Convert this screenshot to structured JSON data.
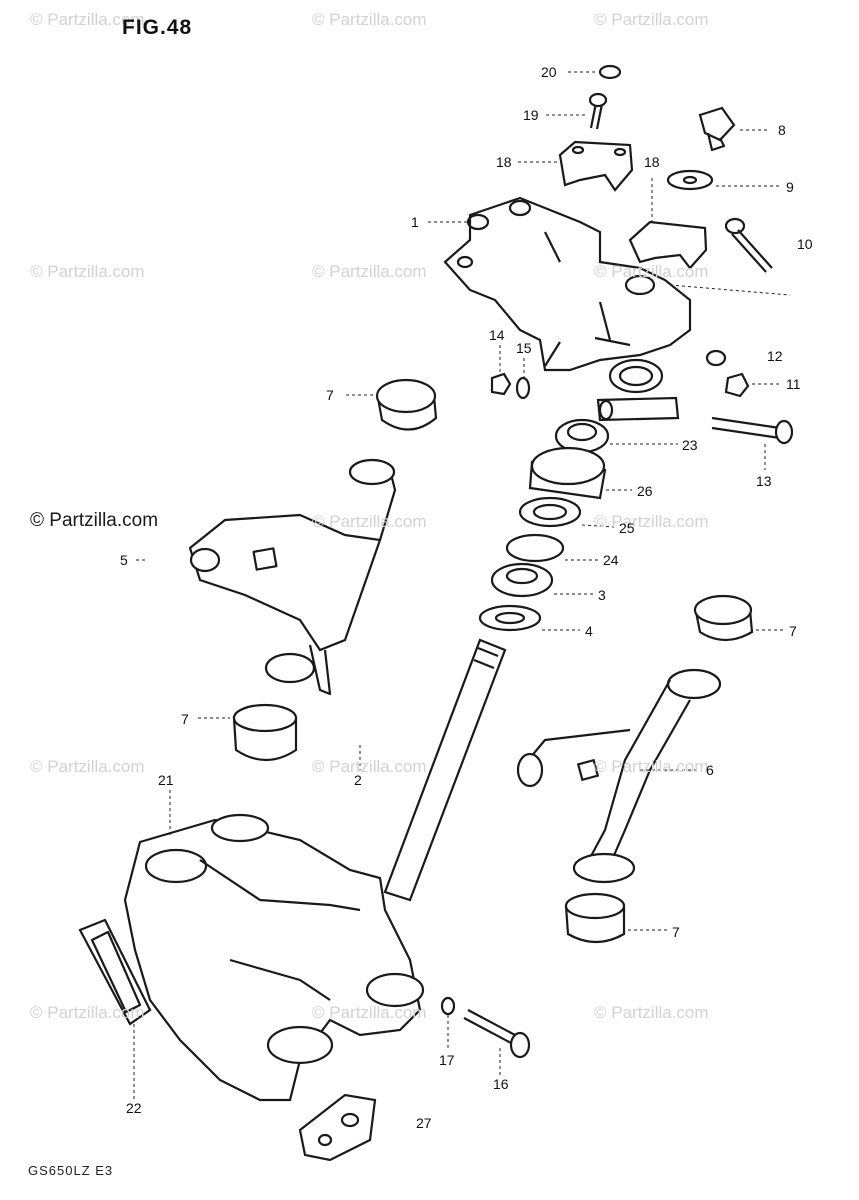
{
  "figure": {
    "title": "FIG.48",
    "model": "GS650LZ  E3"
  },
  "watermarks": {
    "text": "© Partzilla.com",
    "main": "© Partzilla.com"
  },
  "callouts": {
    "c1": "1",
    "c2": "2",
    "c3": "3",
    "c4": "4",
    "c5": "5",
    "c6": "6",
    "c7a": "7",
    "c7b": "7",
    "c7c": "7",
    "c7d": "7",
    "c8": "8",
    "c9": "9",
    "c10": "10",
    "c11": "11",
    "c12": "12",
    "c13": "13",
    "c14": "14",
    "c15": "15",
    "c16": "16",
    "c17": "17",
    "c18a": "18",
    "c18b": "18",
    "c19": "19",
    "c20": "20",
    "c21": "21",
    "c22": "22",
    "c23": "23",
    "c24": "24",
    "c25": "25",
    "c26": "26",
    "c27": "27"
  }
}
